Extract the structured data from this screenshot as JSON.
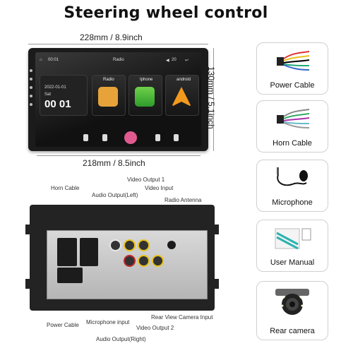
{
  "title": "Steering wheel control",
  "dimensions": {
    "width_top": "228mm / 8.9inch",
    "width_bottom": "218mm / 8.5inch",
    "height": "130mm / 5.1inch"
  },
  "screen": {
    "time": "00:01",
    "app": "Radio",
    "volume": "20",
    "date": "2022-01-01",
    "day": "Sat",
    "clock": "00 01",
    "cards": [
      "Radio",
      "Iphone",
      "android"
    ]
  },
  "ports": {
    "horn_cable": "Horn Cable",
    "audio_output_left": "Audio Output(Left)",
    "video_output_1": "Video Output 1",
    "video_input": "Video Input",
    "radio_antenna": "Radio Antenna",
    "power_cable": "Power Cable",
    "microphone_input": "Microphone input",
    "video_output_2": "Video Output 2",
    "rear_view_camera_input": "Rear View Camera Input",
    "audio_output_right": "Audio Output(Right)"
  },
  "accessories": [
    {
      "label": "Power Cable",
      "icon": "power-cable-icon"
    },
    {
      "label": "Horn Cable",
      "icon": "horn-cable-icon"
    },
    {
      "label": "Microphone",
      "icon": "microphone-icon"
    },
    {
      "label": "User Manual",
      "icon": "user-manual-icon"
    },
    {
      "label": "Rear camera",
      "icon": "rear-camera-icon"
    }
  ],
  "colors": {
    "rca_yellow": "#e8c21a",
    "rca_red": "#c0282b",
    "rca_white": "#e6e6e6",
    "accent_orange": "#f39a1e",
    "callout_blue": "#3a5fb0"
  }
}
